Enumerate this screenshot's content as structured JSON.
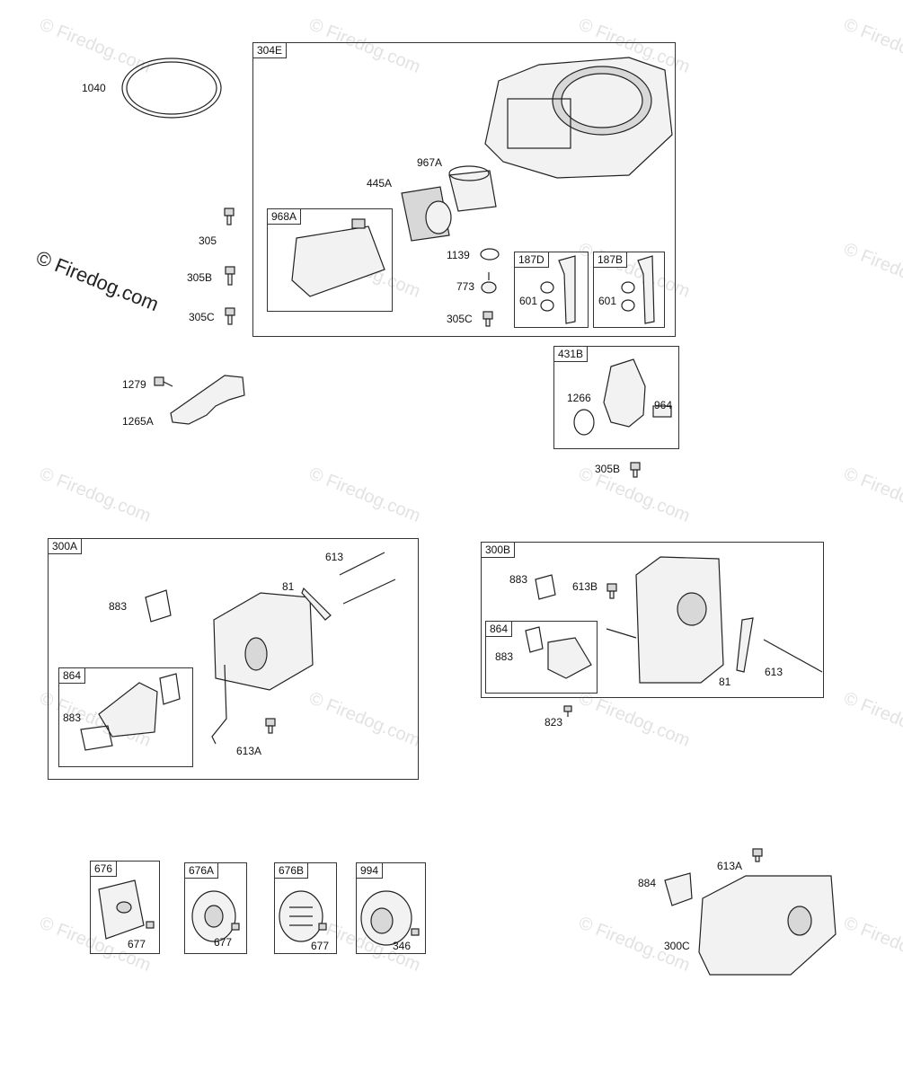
{
  "watermark": {
    "text": "© Firedog.com"
  },
  "groups": {
    "g304E": "304E",
    "g968A": "968A",
    "g187D": "187D",
    "g187B": "187B",
    "g431B": "431B",
    "g300A": "300A",
    "g864a": "864",
    "g300B": "300B",
    "g864b": "864",
    "g676": "676",
    "g676A": "676A",
    "g676B": "676B",
    "g994": "994"
  },
  "parts": {
    "p1040": "1040",
    "p305": "305",
    "p305B": "305B",
    "p305C": "305C",
    "p1279": "1279",
    "p1265A": "1265A",
    "p967A": "967A",
    "p445A": "445A",
    "p1139": "1139",
    "p773": "773",
    "p305C_b": "305C",
    "p601_d": "601",
    "p601_b": "601",
    "p1266": "1266",
    "p964": "964",
    "p305B_b": "305B",
    "p613": "613",
    "p81": "81",
    "p883_a": "883",
    "p883_b": "883",
    "p613A": "613A",
    "p883_c": "883",
    "p613B": "613B",
    "p883_d": "883",
    "p81_b": "81",
    "p613_b": "613",
    "p823": "823",
    "p677_a": "677",
    "p677_b": "677",
    "p677_c": "677",
    "p346": "346",
    "p884": "884",
    "p613A_b": "613A",
    "p300C": "300C"
  }
}
